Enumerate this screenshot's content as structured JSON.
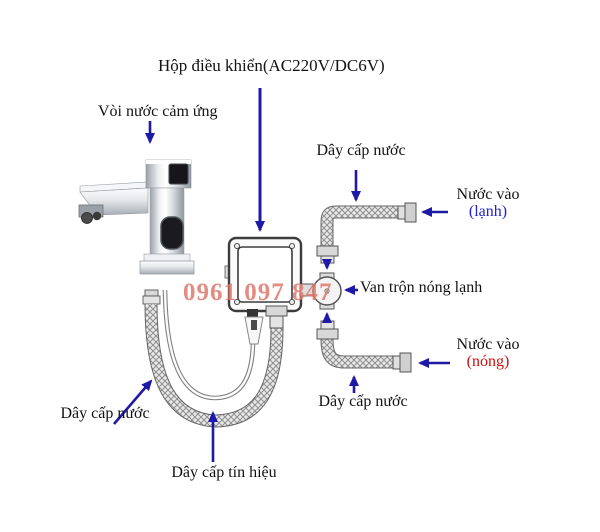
{
  "diagram": {
    "watermark_phone": "0961 097 847",
    "labels": {
      "control_box": "Hộp điều khiển(AC220V/DC6V)",
      "sensor_faucet": "Vòi nước cảm ứng",
      "cold_supply_hose": "Dây cấp nước",
      "cold_inlet_line1": "Nước vào",
      "cold_inlet_line2": "(lạnh)",
      "mixer_valve": "Van trộn nóng lạnh",
      "hot_inlet_line1": "Nước vào",
      "hot_inlet_line2": "(nóng)",
      "hot_supply_hose": "Dây cấp nước",
      "faucet_supply_hose": "Dây cấp nước",
      "signal_cable": "Dây cấp tín hiệu"
    },
    "colors": {
      "arrow_blue": "#1e19a6",
      "cold_text": "#2222cc",
      "hot_text": "#cc1111",
      "watermark": "#e0796d",
      "outline_gray": "#555555"
    }
  }
}
